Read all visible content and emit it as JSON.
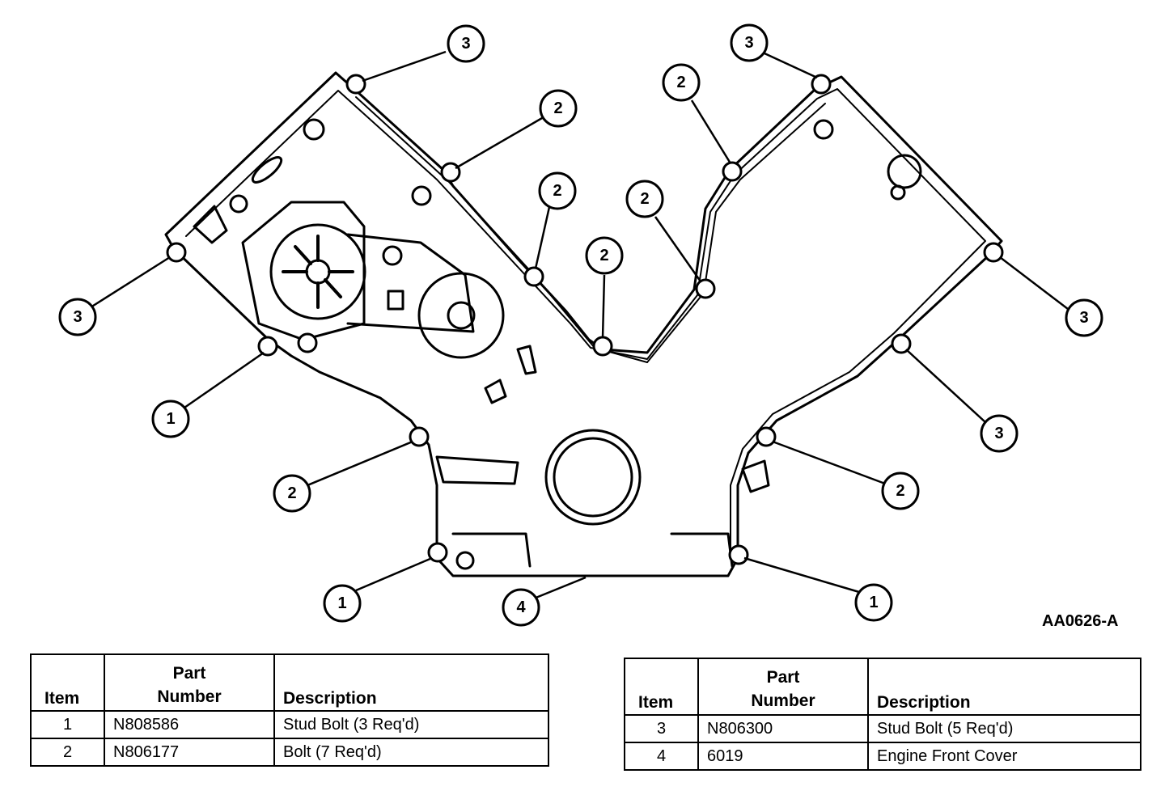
{
  "figure_id": "AA0626-A",
  "callouts": [
    {
      "id": "c3-top-left",
      "label": "3"
    },
    {
      "id": "c2-a",
      "label": "2"
    },
    {
      "id": "c2-b",
      "label": "2"
    },
    {
      "id": "c2-c",
      "label": "2"
    },
    {
      "id": "c2-d",
      "label": "2"
    },
    {
      "id": "c2-e",
      "label": "2"
    },
    {
      "id": "c3-top-right",
      "label": "3"
    },
    {
      "id": "c3-left",
      "label": "3"
    },
    {
      "id": "c3-right",
      "label": "3"
    },
    {
      "id": "c1-left",
      "label": "1"
    },
    {
      "id": "c3-right-low",
      "label": "3"
    },
    {
      "id": "c2-left-low",
      "label": "2"
    },
    {
      "id": "c2-right-low",
      "label": "2"
    },
    {
      "id": "c1-bottom-left",
      "label": "1"
    },
    {
      "id": "c4-bottom",
      "label": "4"
    },
    {
      "id": "c1-bottom-right",
      "label": "1"
    }
  ],
  "tables": [
    {
      "headers": {
        "item": "Item",
        "part_line1": "Part",
        "part_line2": "Number",
        "description": "Description"
      },
      "rows": [
        {
          "item": "1",
          "part_number": "N808586",
          "description": "Stud Bolt (3 Req'd)"
        },
        {
          "item": "2",
          "part_number": "N806177",
          "description": "Bolt (7 Req'd)"
        }
      ]
    },
    {
      "headers": {
        "item": "Item",
        "part_line1": "Part",
        "part_line2": "Number",
        "description": "Description"
      },
      "rows": [
        {
          "item": "3",
          "part_number": "N806300",
          "description": "Stud Bolt (5 Req'd)"
        },
        {
          "item": "4",
          "part_number": "6019",
          "description": "Engine Front Cover"
        }
      ]
    }
  ]
}
